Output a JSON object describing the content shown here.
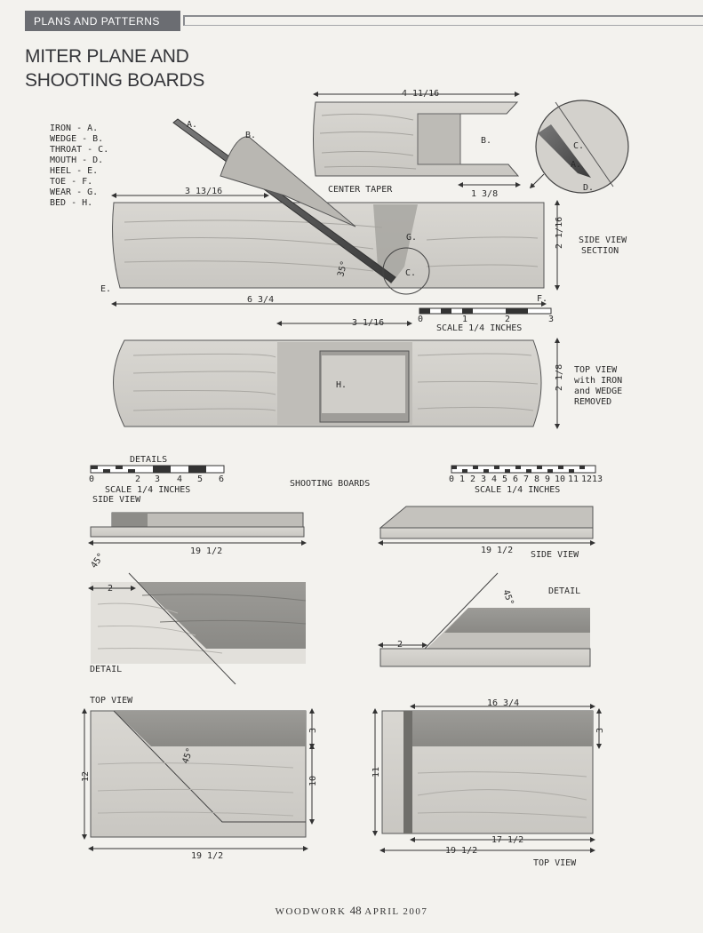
{
  "header": {
    "section": "PLANS AND PATTERNS"
  },
  "title": {
    "line1": "MITER PLANE AND",
    "line2": "SHOOTING BOARDS"
  },
  "legend": [
    "IRON - A.",
    "WEDGE - B.",
    "THROAT - C.",
    "MOUTH - D.",
    "HEEL - E.",
    "TOE - F.",
    "WEAR - G.",
    "BED - H."
  ],
  "plane": {
    "part_labels": {
      "a": "A.",
      "b": "B.",
      "c": "C.",
      "e": "E.",
      "f": "F.",
      "g": "G.",
      "h": "H.",
      "d": "D."
    },
    "wedge_width": "4 11/16",
    "wedge_throat": "1 3/8",
    "iron_offset": "3 13/16",
    "center_taper": "CENTER TAPER",
    "angle": "35°",
    "length": "6 3/4",
    "height": "2 1/16",
    "mouth_offset": "3 1/16",
    "width": "2 1/8",
    "side_view_label": [
      "SIDE VIEW",
      "SECTION"
    ],
    "top_view_label": [
      "TOP VIEW",
      "with IRON",
      "and WEDGE",
      "REMOVED"
    ],
    "scale_label": "SCALE 1/4 INCHES",
    "scale_ticks": [
      "0",
      "1",
      "2",
      "3"
    ]
  },
  "details_scale": {
    "label": "DETAILS",
    "ticks": [
      "0",
      "2",
      "3",
      "4",
      "5",
      "6"
    ],
    "scale_label": "SCALE 1/4 INCHES",
    "side_view": "SIDE VIEW"
  },
  "shooting_boards": {
    "label": "SHOOTING BOARDS",
    "scale_ticks": [
      "0",
      "1",
      "2",
      "3",
      "4",
      "5",
      "6",
      "7",
      "8",
      "9",
      "10",
      "11",
      "12",
      "13"
    ],
    "scale_label": "SCALE 1/4 INCHES",
    "left": {
      "side_length": "19 1/2",
      "detail_angle": "45°",
      "detail_offset": "2",
      "detail_label": "DETAIL",
      "top_view_label": "TOP VIEW",
      "top_width": "12",
      "top_length": "19 1/2",
      "fence_depth": "3",
      "inner_width": "10",
      "angle": "45°"
    },
    "right": {
      "side_length": "19 1/2",
      "side_view_label": "SIDE VIEW",
      "detail_label": "DETAIL",
      "detail_angle": "45°",
      "detail_offset": "2",
      "top_fence_length": "16 3/4",
      "fence_depth": "3",
      "top_width": "11",
      "inner_length": "17 1/2",
      "top_length": "19 1/2",
      "top_view_label": "TOP VIEW"
    }
  },
  "footer": {
    "magazine": "WOODWORK",
    "page": "48",
    "date": "APRIL 2007"
  }
}
